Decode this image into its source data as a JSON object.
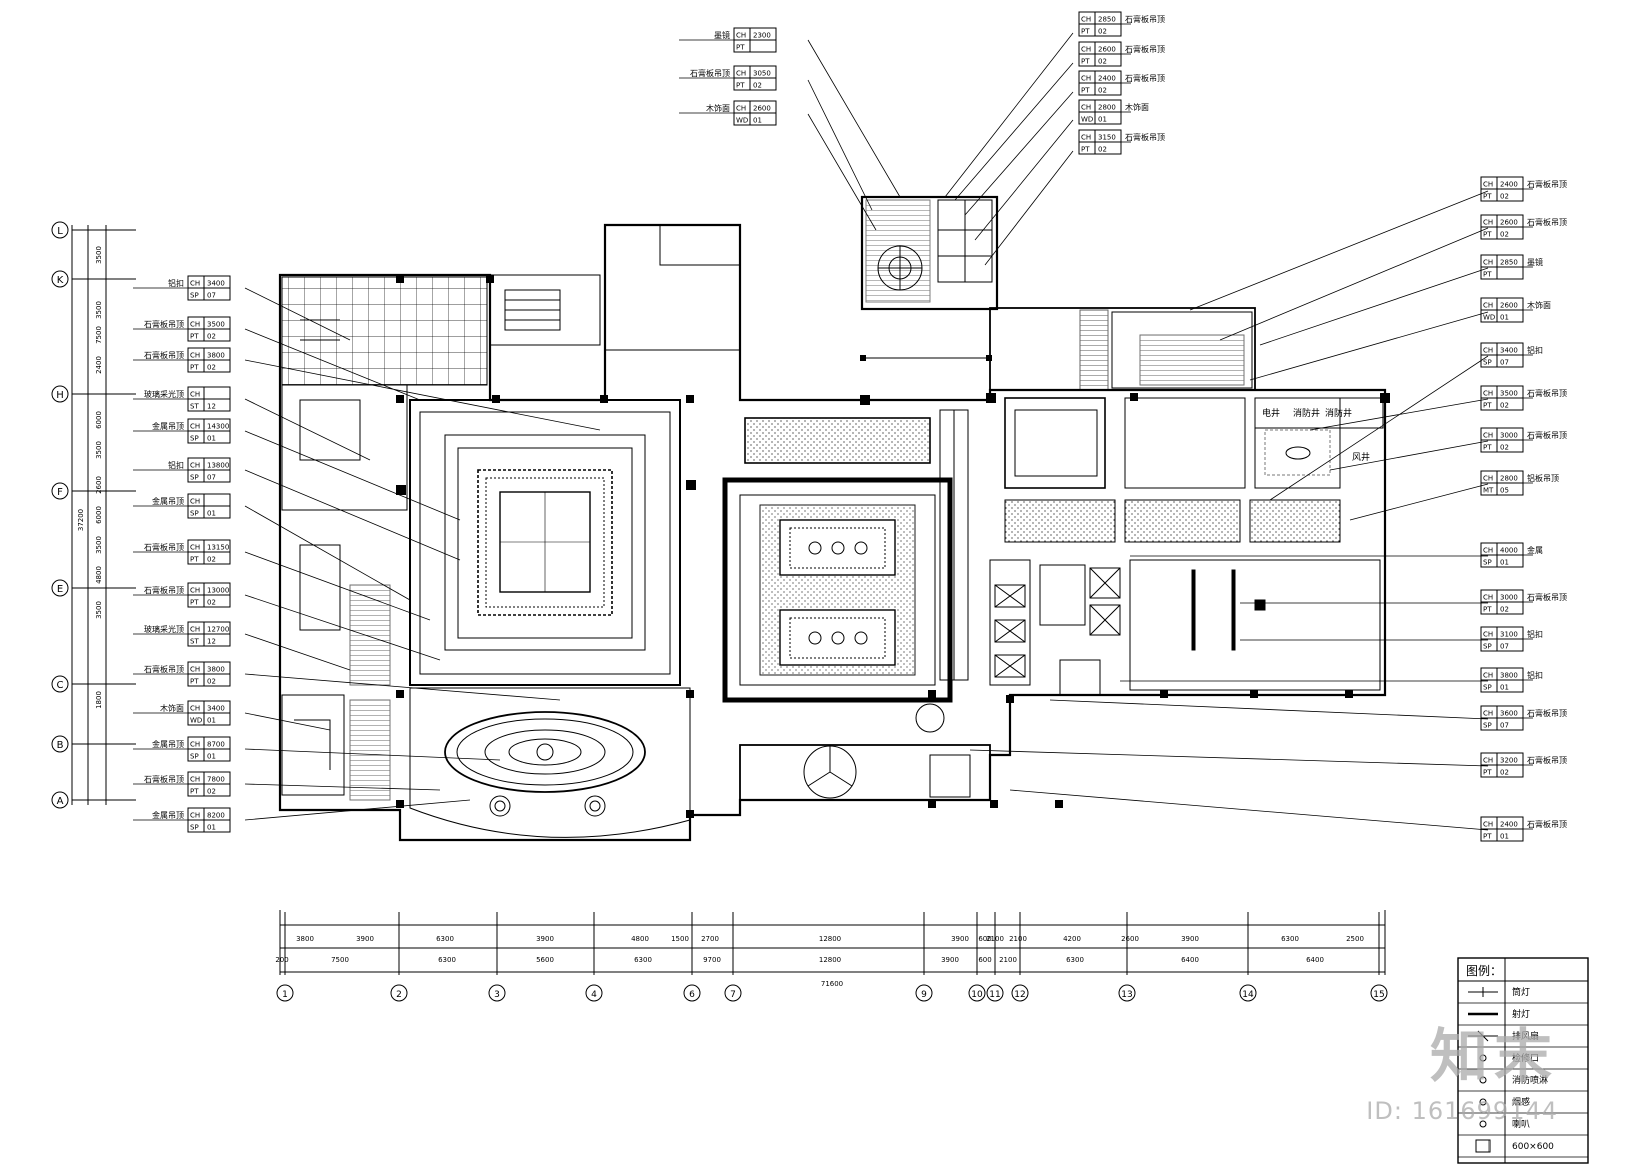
{
  "tags_left": [
    {
      "l1": "CH",
      "v1": "3400",
      "l2": "SP",
      "v2": "07",
      "desc": "铝扣"
    },
    {
      "l1": "CH",
      "v1": "3500",
      "l2": "PT",
      "v2": "02",
      "desc": "石膏板吊顶"
    },
    {
      "l1": "CH",
      "v1": "3800",
      "l2": "PT",
      "v2": "02",
      "desc": "石膏板吊顶"
    },
    {
      "l1": "CH",
      "v1": "",
      "l2": "ST",
      "v2": "12",
      "desc": "玻璃采光顶"
    },
    {
      "l1": "CH",
      "v1": "14300",
      "l2": "SP",
      "v2": "01",
      "desc": "金属吊顶"
    },
    {
      "l1": "CH",
      "v1": "13800",
      "l2": "SP",
      "v2": "07",
      "desc": "铝扣"
    },
    {
      "l1": "CH",
      "v1": "",
      "l2": "SP",
      "v2": "01",
      "desc": "金属吊顶"
    },
    {
      "l1": "CH",
      "v1": "13150",
      "l2": "PT",
      "v2": "02",
      "desc": "石膏板吊顶"
    },
    {
      "l1": "CH",
      "v1": "13000",
      "l2": "PT",
      "v2": "02",
      "desc": "石膏板吊顶"
    },
    {
      "l1": "CH",
      "v1": "12700",
      "l2": "ST",
      "v2": "12",
      "desc": "玻璃采光顶"
    },
    {
      "l1": "CH",
      "v1": "3800",
      "l2": "PT",
      "v2": "02",
      "desc": "石膏板吊顶"
    },
    {
      "l1": "CH",
      "v1": "3400",
      "l2": "WD",
      "v2": "01",
      "desc": "木饰面"
    },
    {
      "l1": "CH",
      "v1": "8700",
      "l2": "SP",
      "v2": "01",
      "desc": "金属吊顶"
    },
    {
      "l1": "CH",
      "v1": "7800",
      "l2": "PT",
      "v2": "02",
      "desc": "石膏板吊顶"
    },
    {
      "l1": "CH",
      "v1": "8200",
      "l2": "SP",
      "v2": "01",
      "desc": "金属吊顶"
    }
  ],
  "tags_top_left": [
    {
      "l1": "CH",
      "v1": "2300",
      "l2": "PT",
      "v2": "",
      "desc": "墨镜"
    },
    {
      "l1": "CH",
      "v1": "3050",
      "l2": "PT",
      "v2": "02",
      "desc": "石膏板吊顶"
    },
    {
      "l1": "CH",
      "v1": "2600",
      "l2": "WD",
      "v2": "01",
      "desc": "木饰面"
    }
  ],
  "tags_top_right": [
    {
      "l1": "CH",
      "v1": "2850",
      "l2": "PT",
      "v2": "02",
      "desc": "石膏板吊顶"
    },
    {
      "l1": "CH",
      "v1": "2600",
      "l2": "PT",
      "v2": "02",
      "desc": "石膏板吊顶"
    },
    {
      "l1": "CH",
      "v1": "2400",
      "l2": "PT",
      "v2": "02",
      "desc": "石膏板吊顶"
    },
    {
      "l1": "CH",
      "v1": "2800",
      "l2": "WD",
      "v2": "01",
      "desc": "木饰面"
    },
    {
      "l1": "CH",
      "v1": "3150",
      "l2": "PT",
      "v2": "02",
      "desc": "石膏板吊顶"
    }
  ],
  "tags_right": [
    {
      "l1": "CH",
      "v1": "2400",
      "l2": "PT",
      "v2": "02",
      "desc": "石膏板吊顶"
    },
    {
      "l1": "CH",
      "v1": "2600",
      "l2": "PT",
      "v2": "02",
      "desc": "石膏板吊顶"
    },
    {
      "l1": "CH",
      "v1": "2850",
      "l2": "PT",
      "v2": "",
      "desc": "墨镜"
    },
    {
      "l1": "CH",
      "v1": "2600",
      "l2": "WD",
      "v2": "01",
      "desc": "木饰面"
    },
    {
      "l1": "CH",
      "v1": "3400",
      "l2": "SP",
      "v2": "07",
      "desc": "铝扣"
    },
    {
      "l1": "CH",
      "v1": "3500",
      "l2": "PT",
      "v2": "02",
      "desc": "石膏板吊顶"
    },
    {
      "l1": "CH",
      "v1": "3000",
      "l2": "PT",
      "v2": "02",
      "desc": "石膏板吊顶"
    },
    {
      "l1": "CH",
      "v1": "2800",
      "l2": "MT",
      "v2": "05",
      "desc": "铝板吊顶"
    }
  ],
  "tags_right_lower": [
    {
      "l1": "CH",
      "v1": "4000",
      "l2": "SP",
      "v2": "01",
      "desc": "金属"
    },
    {
      "l1": "CH",
      "v1": "3000",
      "l2": "PT",
      "v2": "02",
      "desc": "石膏板吊顶"
    },
    {
      "l1": "CH",
      "v1": "3100",
      "l2": "SP",
      "v2": "07",
      "desc": "铝扣"
    },
    {
      "l1": "CH",
      "v1": "3800",
      "l2": "SP",
      "v2": "01",
      "desc": "铝扣"
    },
    {
      "l1": "CH",
      "v1": "3600",
      "l2": "SP",
      "v2": "07",
      "desc": "石膏板吊顶"
    },
    {
      "l1": "CH",
      "v1": "3200",
      "l2": "PT",
      "v2": "02",
      "desc": "石膏板吊顶"
    },
    {
      "l1": "CH",
      "v1": "2400",
      "l2": "PT",
      "v2": "01",
      "desc": "石膏板吊顶"
    }
  ],
  "grid_rows": [
    "L",
    "K",
    "H",
    "F",
    "E",
    "C",
    "B",
    "A"
  ],
  "row_dims": [
    "3500",
    "3500",
    "7500",
    "2400",
    "6000",
    "3500",
    "2600",
    "6000",
    "3500",
    "4800",
    "3500",
    "1800"
  ],
  "row_total": "37200",
  "grid_cols": [
    "1",
    "2",
    "3",
    "4",
    "6",
    "7",
    "9",
    "10",
    "11",
    "12",
    "13",
    "14",
    "15"
  ],
  "col_dims_top": [
    "3800",
    "3900",
    "6300",
    "3900",
    "4800",
    "1500",
    "2700",
    "12800",
    "3900",
    "600",
    "2100",
    "2100",
    "4200",
    "2600",
    "3900",
    "6300",
    "2500"
  ],
  "col_dims_mid": [
    "200",
    "7500",
    "6300",
    "5600",
    "6300",
    "9700",
    "12800",
    "3900",
    "600",
    "2100",
    "6300",
    "6400",
    "6400"
  ],
  "col_total": "71600",
  "shaft_labels": [
    "电井",
    "消防井",
    "消防井",
    "风井"
  ],
  "legend": {
    "title": "图例：",
    "items": [
      "筒灯",
      "射灯",
      "排风扇",
      "检修口",
      "消防喷淋",
      "烟感",
      "喇叭",
      "600×600"
    ]
  },
  "watermark": {
    "logo": "知末",
    "id": "ID: 161699144"
  }
}
